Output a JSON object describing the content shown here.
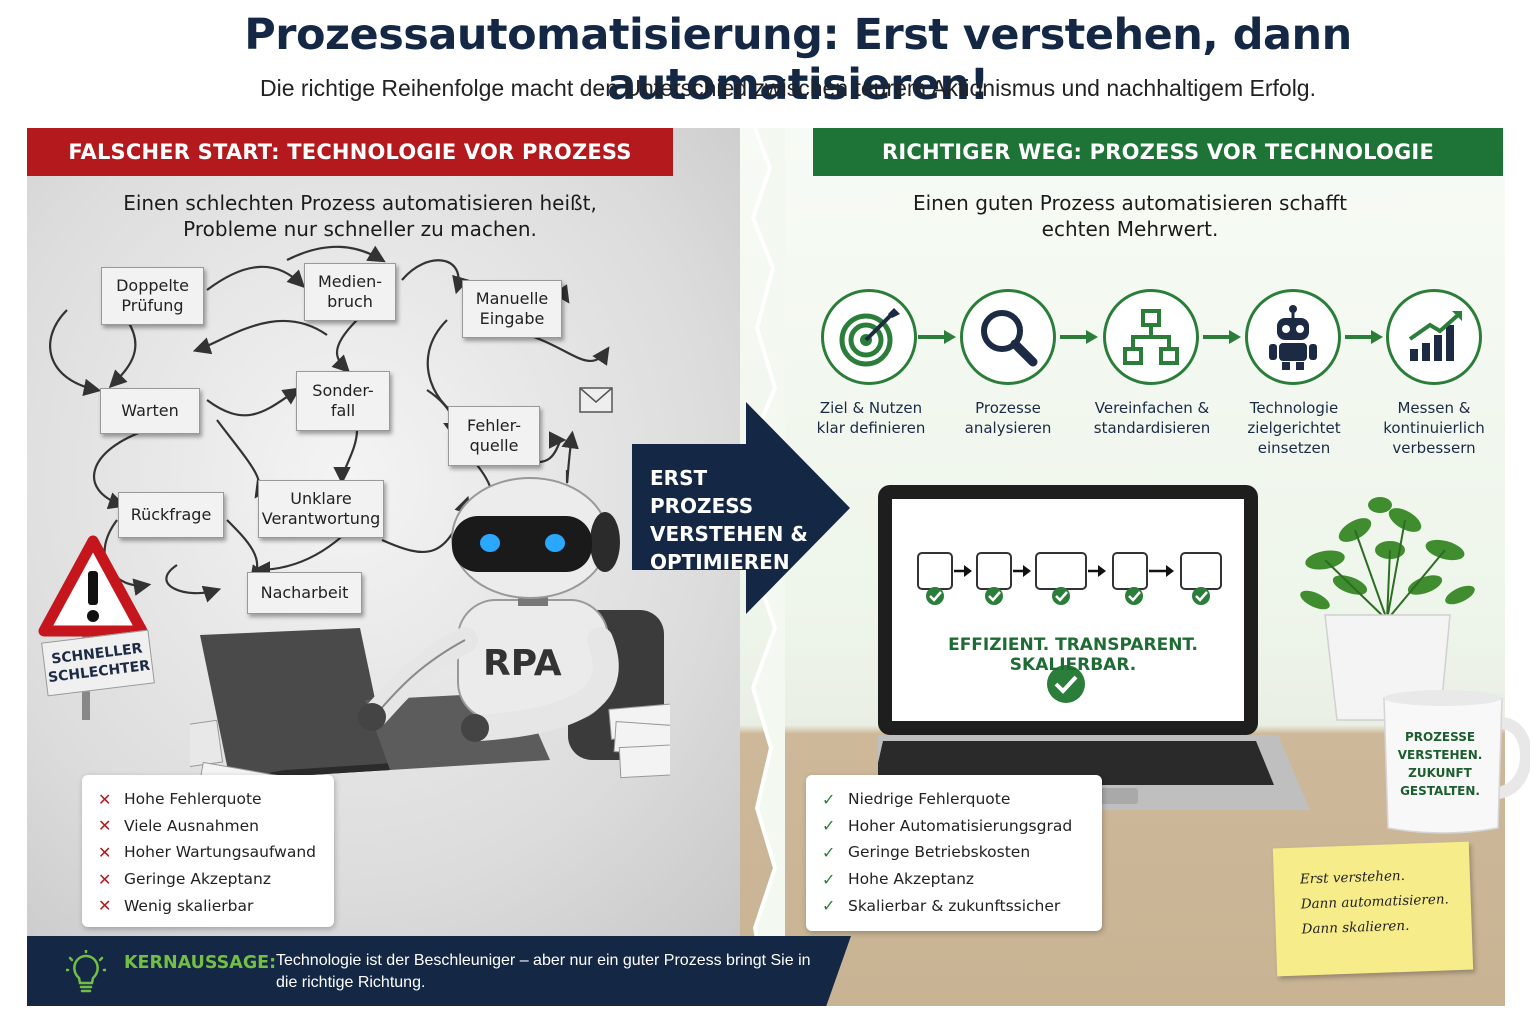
{
  "header": {
    "title": "Prozessautomatisierung: Erst verstehen, dann automatisieren!",
    "subtitle": "Die richtige Reihenfolge macht den Unterschied zwischen teurem Aktionismus und nachhaltigem Erfolg."
  },
  "left": {
    "banner": "FALSCHER START: TECHNOLOGIE VOR PROZESS",
    "lede": "Einen schlechten Prozess automatisieren heißt, Probleme nur schneller zu machen.",
    "chaos_boxes": [
      {
        "label": "Doppelte\nPrüfung"
      },
      {
        "label": "Medien-\nbruch"
      },
      {
        "label": "Manuelle\nEingabe"
      },
      {
        "label": "Warten"
      },
      {
        "label": "Sonder-\nfall"
      },
      {
        "label": "Fehler-\nquelle"
      },
      {
        "label": "Rückfrage"
      },
      {
        "label": "Unklare\nVerantwortung"
      },
      {
        "label": "Nacharbeit"
      }
    ],
    "warning_sign": "SCHNELLER\nSCHLECHTER",
    "robot_label": "RPA",
    "problems": [
      "Hohe Fehlerquote",
      "Viele Ausnahmen",
      "Hoher Wartungsaufwand",
      "Geringe Akzeptanz",
      "Wenig skalierbar"
    ]
  },
  "center_arrow": {
    "text": "ERST PROZESS\nVERSTEHEN &\nOPTIMIEREN"
  },
  "right": {
    "banner": "RICHTIGER WEG: PROZESS VOR TECHNOLOGIE",
    "lede": "Einen guten Prozess automatisieren schafft echten Mehrwert.",
    "steps": [
      {
        "icon": "target-icon",
        "label": "Ziel & Nutzen\nklar definieren"
      },
      {
        "icon": "magnifier-icon",
        "label": "Prozesse\nanalysieren"
      },
      {
        "icon": "flowchart-icon",
        "label": "Vereinfachen &\nstandardisieren"
      },
      {
        "icon": "robot-icon",
        "label": "Technologie\nzielgerichtet\neinsetzen"
      },
      {
        "icon": "growth-chart-icon",
        "label": "Messen &\nkontinuierlich\nverbessern"
      }
    ],
    "screen_message": "EFFIZIENT. TRANSPARENT. SKALIERBAR.",
    "mug_text": "PROZESSE\nVERSTEHEN.\nZUKUNFT\nGESTALTEN.",
    "note_lines": [
      "Erst verstehen.",
      "Dann automatisieren.",
      "Dann skalieren."
    ],
    "benefits": [
      "Niedrige Fehlerquote",
      "Hoher Automatisierungsgrad",
      "Geringe Betriebskosten",
      "Hohe Akzeptanz",
      "Skalierbar & zukunftssicher"
    ]
  },
  "takeaway": {
    "label": "KERNAUSSAGE:",
    "text": "Technologie ist der Beschleuniger – aber nur ein guter Prozess bringt Sie in die richtige Richtung."
  },
  "colors": {
    "red": "#b3191d",
    "green": "#1e7436",
    "navy": "#142845",
    "lime": "#72bf44"
  }
}
